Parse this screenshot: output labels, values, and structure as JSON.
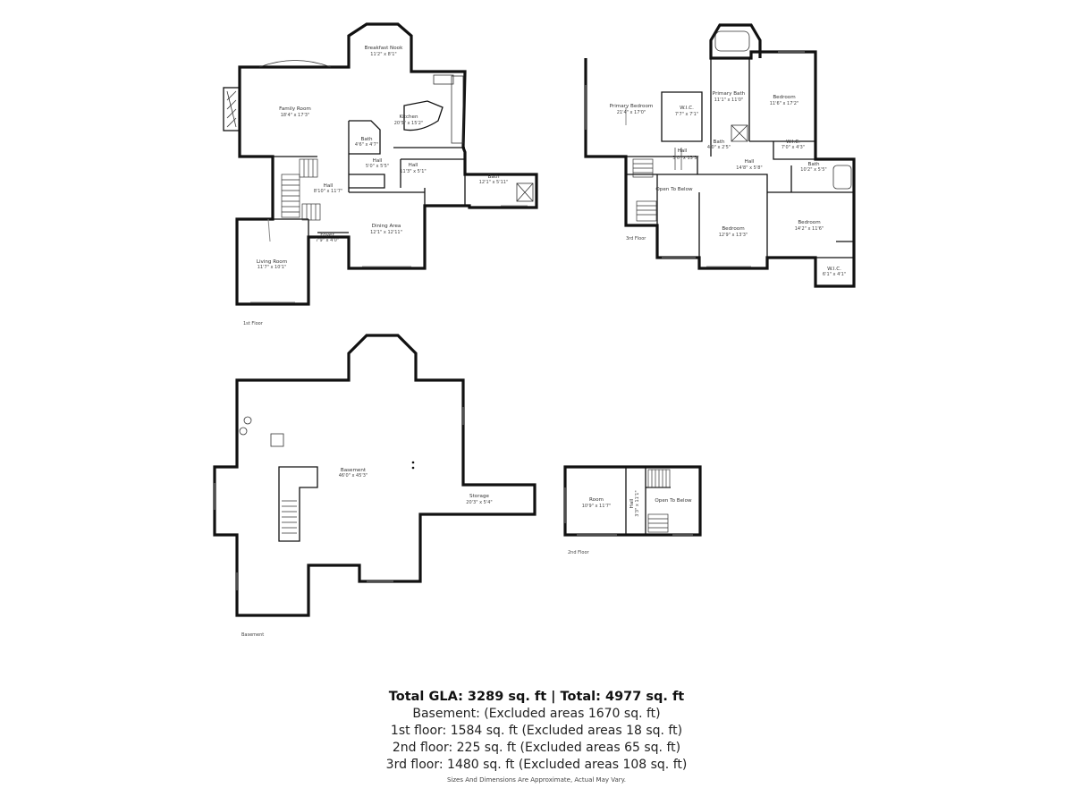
{
  "floors": {
    "first": {
      "tag": "1st Floor",
      "rooms": {
        "breakfast_nook": {
          "name": "Breakfast Nook",
          "dim": "11'2\" x 8'1\""
        },
        "family_room": {
          "name": "Family Room",
          "dim": "18'4\" x 17'3\""
        },
        "kitchen": {
          "name": "Kitchen",
          "dim": "20'5\" x 15'2\""
        },
        "bath_small": {
          "name": "Bath",
          "dim": "4'6\" x 4'7\""
        },
        "hall_a": {
          "name": "Hall",
          "dim": "5'0\" x 5'5\""
        },
        "hall_b": {
          "name": "Hall",
          "dim": "11'3\" x 5'1\""
        },
        "bath_laundry": {
          "name": "Bath",
          "dim": "12'1\" x 5'11\""
        },
        "hall_main": {
          "name": "Hall",
          "dim": "8'10\" x 11'7\""
        },
        "foyer": {
          "name": "Foyer",
          "dim": "7'9\" x 4'0\""
        },
        "dining_area": {
          "name": "Dining Area",
          "dim": "12'1\" x 12'11\""
        },
        "living_room": {
          "name": "Living Room",
          "dim": "11'7\" x 10'1\""
        }
      }
    },
    "third": {
      "tag": "3rd Floor",
      "rooms": {
        "primary_bedroom": {
          "name": "Primary Bedroom",
          "dim": "21'4\" x 17'0\""
        },
        "wic": {
          "name": "W.I.C.",
          "dim": "7'7\" x 7'1\""
        },
        "primary_bath": {
          "name": "Primary Bath",
          "dim": "11'1\" x 11'0\""
        },
        "bedroom_ne": {
          "name": "Bedroom",
          "dim": "11'6\" x 17'2\""
        },
        "hall_vertical": {
          "name": "Hall",
          "dim": "3'0\" x 13'3\""
        },
        "bath_tiny": {
          "name": "Bath",
          "dim": "4'0\" x 2'5\""
        },
        "wic_small": {
          "name": "W.I.C.",
          "dim": "7'0\" x 4'3\""
        },
        "hall_main": {
          "name": "Hall",
          "dim": "14'8\" x 5'8\""
        },
        "bath_east": {
          "name": "Bath",
          "dim": "10'2\" x 5'5\""
        },
        "open_to_below": {
          "name": "Open To Below",
          "dim": ""
        },
        "bedroom_mid": {
          "name": "Bedroom",
          "dim": "12'9\" x 13'3\""
        },
        "bedroom_se": {
          "name": "Bedroom",
          "dim": "14'2\" x 11'6\""
        },
        "wic_se": {
          "name": "W.I.C.",
          "dim": "6'1\" x 4'1\""
        }
      }
    },
    "basement": {
      "tag": "Basement",
      "rooms": {
        "basement": {
          "name": "Basement",
          "dim": "46'0\" x 45'3\""
        },
        "storage": {
          "name": "Storage",
          "dim": "20'3\" x 5'4\""
        }
      }
    },
    "second": {
      "tag": "2nd Floor",
      "rooms": {
        "room": {
          "name": "Room",
          "dim": "10'9\" x 11'7\""
        },
        "hall": {
          "name": "Hall",
          "dim": "3'3\" x 11'1\""
        },
        "open_to_below": {
          "name": "Open To Below",
          "dim": ""
        }
      }
    }
  },
  "summary": {
    "total_line": "Total GLA: 3289 sq. ft | Total: 4977 sq. ft",
    "rows": [
      "Basement: (Excluded areas 1670 sq. ft)",
      "1st floor: 1584 sq. ft (Excluded areas 18 sq. ft)",
      "2nd floor: 225 sq. ft (Excluded areas 65 sq. ft)",
      "3rd floor: 1480 sq. ft (Excluded areas 108 sq. ft)"
    ]
  },
  "disclaimer": "Sizes And Dimensions Are Approximate, Actual May Vary."
}
